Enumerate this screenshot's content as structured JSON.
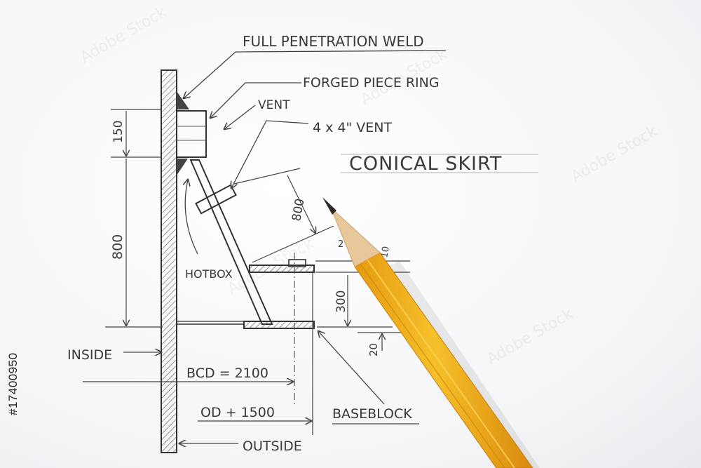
{
  "labels": {
    "full_penetration_weld": "FULL PENETRATION WELD",
    "forged_piece_ring": "FORGED PIECE RING",
    "vent": "VENT",
    "vent_4x4": "4 x 4\" VENT",
    "conical_skirt": "CONICAL SKIRT",
    "hotbox": "HOTBOX",
    "inside": "INSIDE",
    "bcd": "BCD = 2100",
    "od": "OD + 1500",
    "baseblock": "BASEBLOCK",
    "outside": "OUTSIDE"
  },
  "dimensions": {
    "d150": "150",
    "d800_left": "800",
    "d800_diag": "800",
    "d300": "300",
    "d20": "20",
    "d2": "2",
    "d10": "10"
  },
  "watermark": "Adobe Stock",
  "side_id": "#17400950",
  "colors": {
    "paper": "#f6f7f9",
    "pencil_graphite": "#3a3a3a",
    "pencil_body": "#f2b21a",
    "pencil_wood": "#e8c79a"
  }
}
